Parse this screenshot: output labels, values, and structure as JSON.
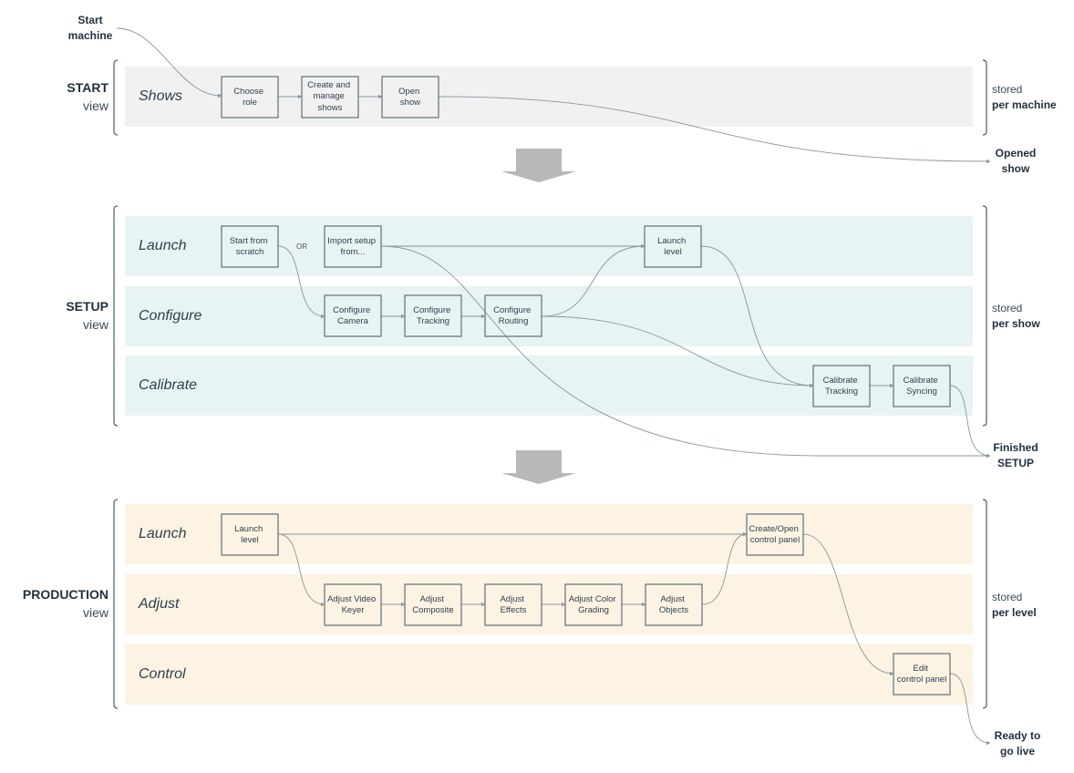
{
  "colors": {
    "start_lane": "#f1f1f1",
    "setup_lane": "#e8f3f3",
    "production_lane": "#fcf3e3",
    "box_stroke": "#5f707a",
    "connector": "#8a969d",
    "arrow": "#b8b8b8"
  },
  "labels": {
    "start_machine": [
      "Start",
      "machine"
    ],
    "opened_show": [
      "Opened",
      "show"
    ],
    "finished_setup": [
      "Finished",
      "SETUP"
    ],
    "ready_to_go_live": [
      "Ready to",
      "go live"
    ],
    "or": "OR"
  },
  "views": [
    {
      "id": "start",
      "title": "START",
      "subtitle": "view",
      "stored": [
        "stored",
        "per machine"
      ],
      "lanes": [
        {
          "id": "start-shows",
          "label": "Shows"
        }
      ]
    },
    {
      "id": "setup",
      "title": "SETUP",
      "subtitle": "view",
      "stored": [
        "stored",
        "per show"
      ],
      "lanes": [
        {
          "id": "setup-launch",
          "label": "Launch"
        },
        {
          "id": "setup-configure",
          "label": "Configure"
        },
        {
          "id": "setup-calibrate",
          "label": "Calibrate"
        }
      ]
    },
    {
      "id": "production",
      "title": "PRODUCTION",
      "subtitle": "view",
      "stored": [
        "stored",
        "per level"
      ],
      "lanes": [
        {
          "id": "prod-launch",
          "label": "Launch"
        },
        {
          "id": "prod-adjust",
          "label": "Adjust"
        },
        {
          "id": "prod-control",
          "label": "Control"
        }
      ]
    }
  ],
  "nodes": [
    {
      "id": "choose-role",
      "lines": [
        "Choose",
        "role"
      ]
    },
    {
      "id": "create-manage-shows",
      "lines": [
        "Create and",
        "manage",
        "shows"
      ]
    },
    {
      "id": "open-show",
      "lines": [
        "Open",
        "show"
      ]
    },
    {
      "id": "start-from-scratch",
      "lines": [
        "Start from",
        "scratch"
      ]
    },
    {
      "id": "import-setup",
      "lines": [
        "Import setup",
        "from..."
      ]
    },
    {
      "id": "setup-launch-level",
      "lines": [
        "Launch",
        "level"
      ]
    },
    {
      "id": "configure-camera",
      "lines": [
        "Configure",
        "Camera"
      ]
    },
    {
      "id": "configure-tracking",
      "lines": [
        "Configure",
        "Tracking"
      ]
    },
    {
      "id": "configure-routing",
      "lines": [
        "Configure",
        "Routing"
      ]
    },
    {
      "id": "calibrate-tracking",
      "lines": [
        "Calibrate",
        "Tracking"
      ]
    },
    {
      "id": "calibrate-syncing",
      "lines": [
        "Calibrate",
        "Syncing"
      ]
    },
    {
      "id": "prod-launch-level",
      "lines": [
        "Launch",
        "level"
      ]
    },
    {
      "id": "create-open-control-panel",
      "lines": [
        "Create/Open",
        "control panel"
      ]
    },
    {
      "id": "adjust-video-keyer",
      "lines": [
        "Adjust Video",
        "Keyer"
      ]
    },
    {
      "id": "adjust-composite",
      "lines": [
        "Adjust",
        "Composite"
      ]
    },
    {
      "id": "adjust-effects",
      "lines": [
        "Adjust",
        "Effects"
      ]
    },
    {
      "id": "adjust-color-grading",
      "lines": [
        "Adjust Color",
        "Grading"
      ]
    },
    {
      "id": "adjust-objects",
      "lines": [
        "Adjust",
        "Objects"
      ]
    },
    {
      "id": "edit-control-panel",
      "lines": [
        "Edit",
        "control panel"
      ]
    }
  ]
}
